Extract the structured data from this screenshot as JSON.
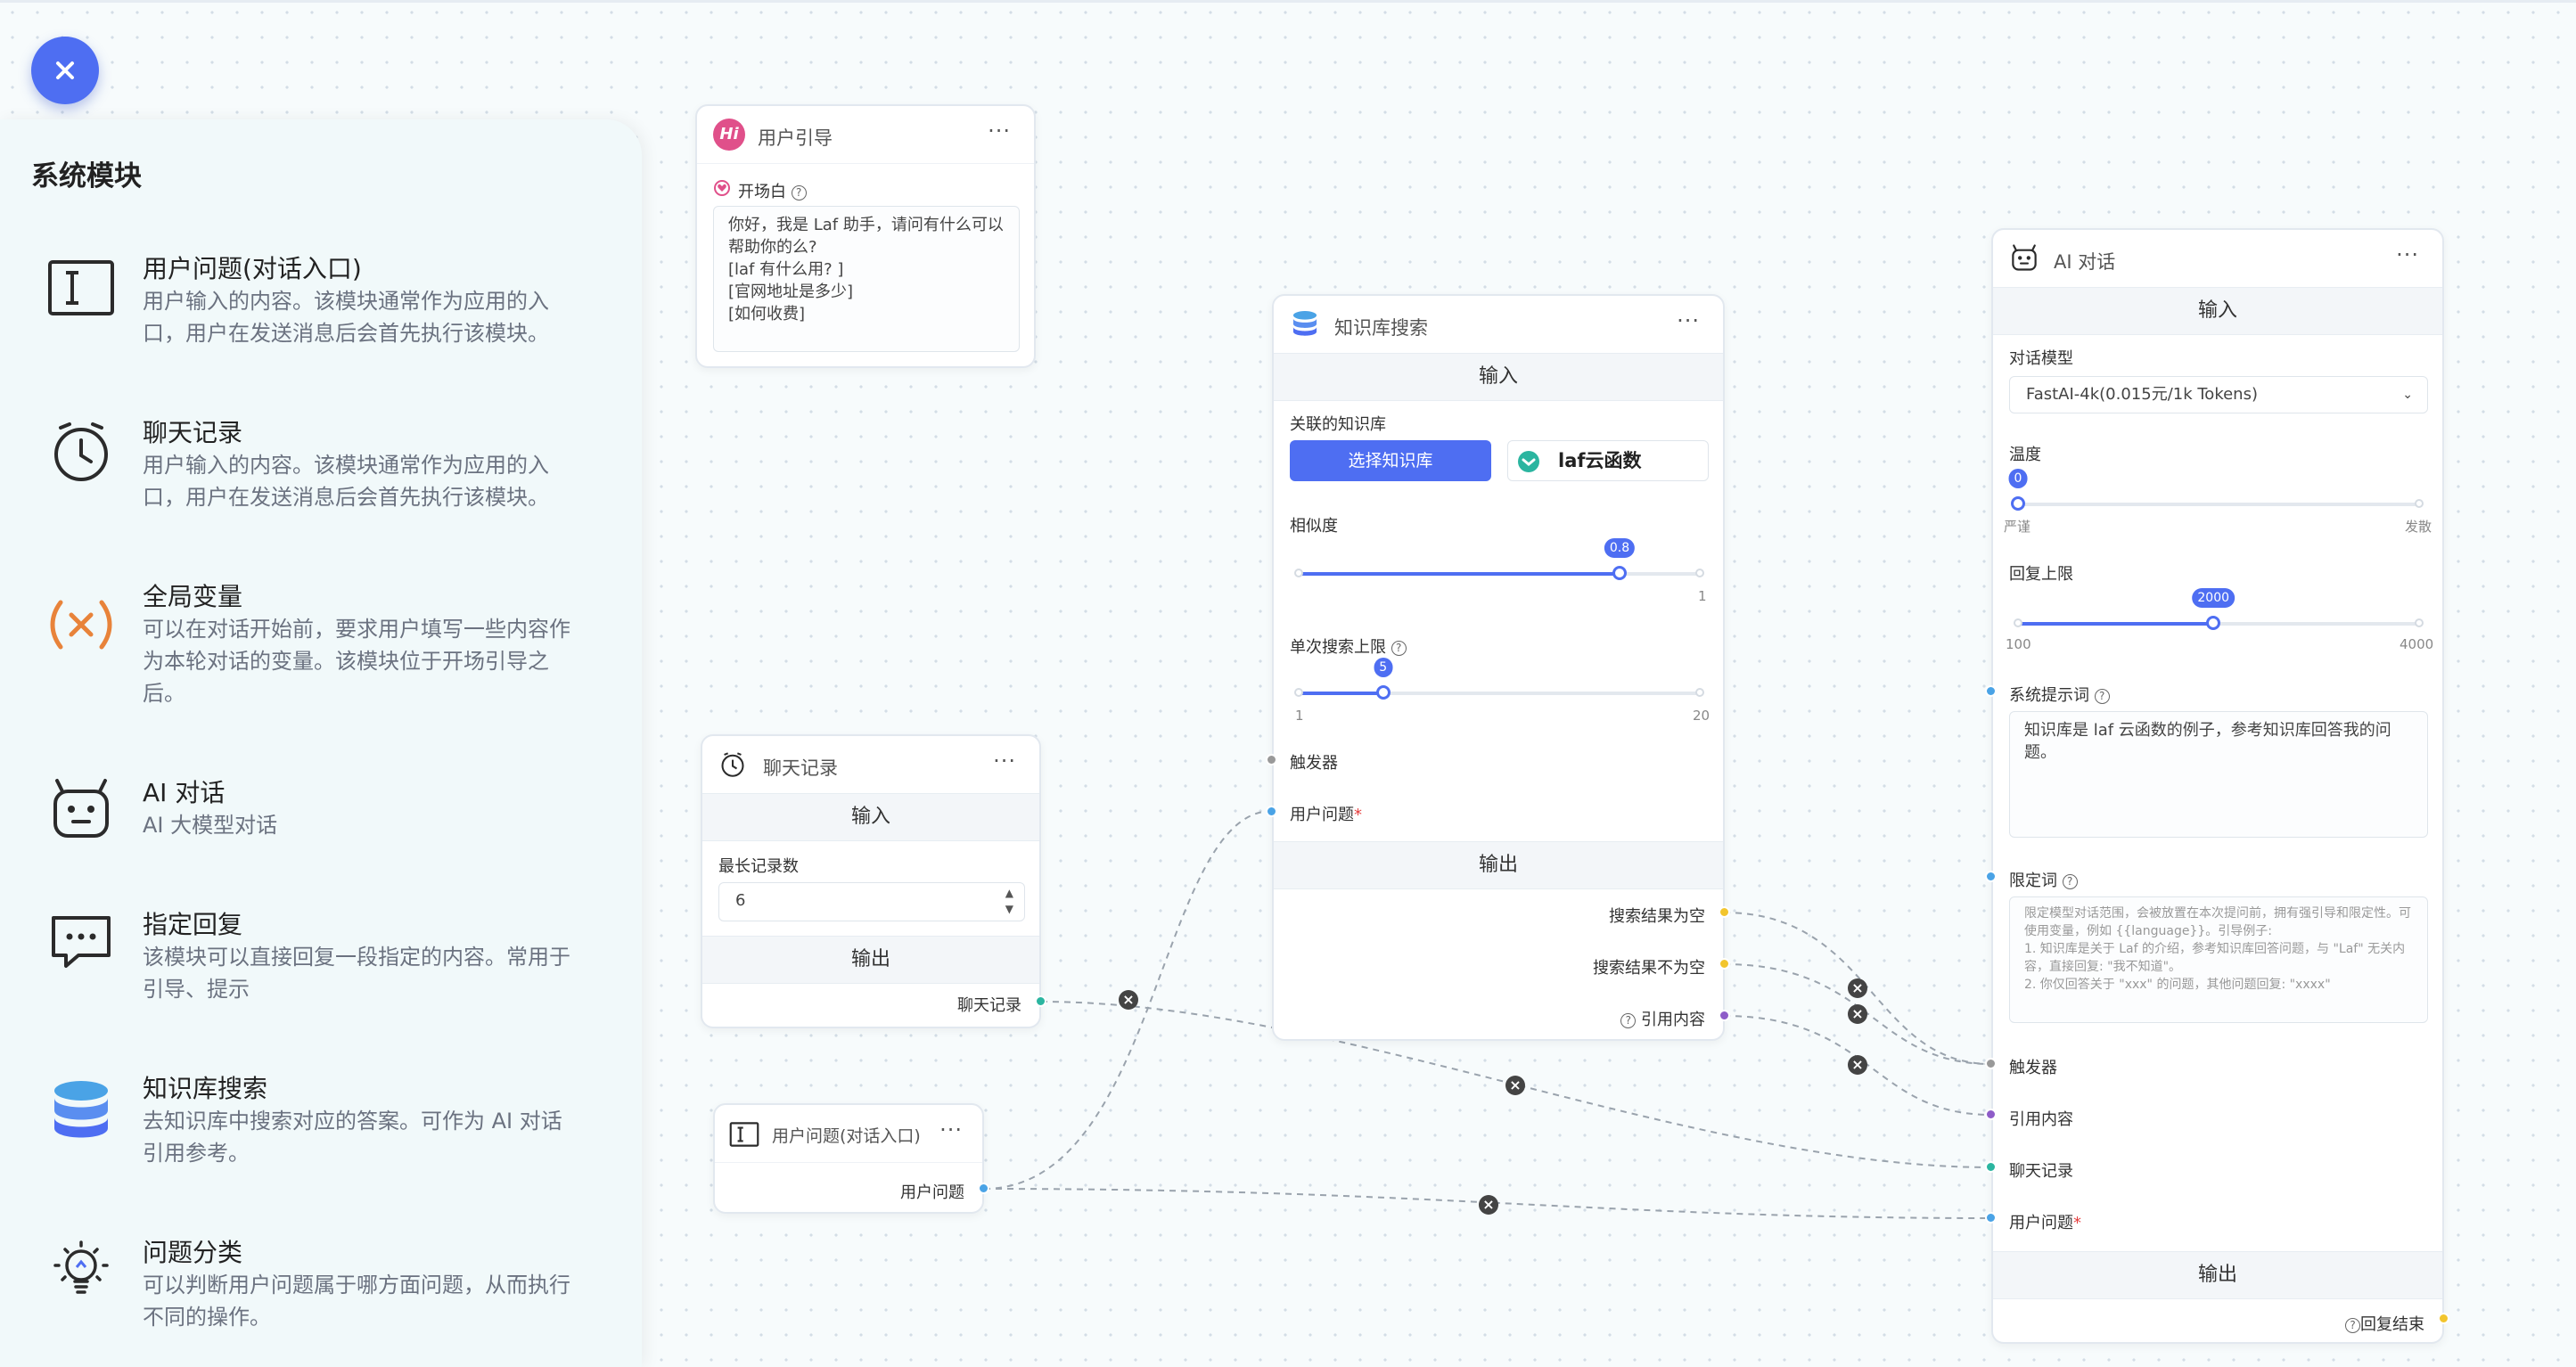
{
  "colors": {
    "accent": "#4e6ef2",
    "teal": "#2bb5a0",
    "yellow": "#f2c52d",
    "purple": "#8e5cc8",
    "gray": "#999999",
    "blue": "#4aa3e6"
  },
  "close_icon": "close-icon",
  "sidebar": {
    "title": "系统模块",
    "items": [
      {
        "icon": "input-cursor-icon",
        "title": "用户问题(对话入口)",
        "desc": "用户输入的内容。该模块通常作为应用的入口，用户在发送消息后会首先执行该模块。"
      },
      {
        "icon": "clock-icon",
        "title": "聊天记录",
        "desc": "用户输入的内容。该模块通常作为应用的入口，用户在发送消息后会首先执行该模块。"
      },
      {
        "icon": "variable-icon",
        "title": "全局变量",
        "desc": "可以在对话开始前，要求用户填写一些内容作为本轮对话的变量。该模块位于开场引导之后。"
      },
      {
        "icon": "robot-icon",
        "title": "AI 对话",
        "desc": "AI 大模型对话"
      },
      {
        "icon": "chat-bubble-icon",
        "title": "指定回复",
        "desc": "该模块可以直接回复一段指定的内容。常用于引导、提示"
      },
      {
        "icon": "database-icon",
        "title": "知识库搜索",
        "desc": "去知识库中搜索对应的答案。可作为 AI 对话引用参考。"
      },
      {
        "icon": "bulb-icon",
        "title": "问题分类",
        "desc": "可以判断用户问题属于哪方面问题，从而执行不同的操作。"
      }
    ]
  },
  "nodes": {
    "guide": {
      "title": "用户引导",
      "menu": "···",
      "logo": "Hi",
      "opening_label": "开场白",
      "opening_text": "你好，我是 Laf 助手，请问有什么可以帮助你的么?\n[laf 有什么用? ]\n[官网地址是多少]\n[如何收费]"
    },
    "history": {
      "title": "聊天记录",
      "menu": "···",
      "input_bar": "输入",
      "max_label": "最长记录数",
      "max_value": "6",
      "output_bar": "输出",
      "out_history": "聊天记录"
    },
    "question": {
      "title": "用户问题(对话入口)",
      "menu": "···",
      "out_label": "用户问题"
    },
    "kb": {
      "title": "知识库搜索",
      "menu": "···",
      "input_bar": "输入",
      "assoc_label": "关联的知识库",
      "select_btn": "选择知识库",
      "kb_name": "laf云函数",
      "sim_label": "相似度",
      "sim_value": 0.8,
      "sim_value_label": "0.8",
      "sim_max": "1",
      "limit_label": "单次搜索上限",
      "limit_value": 5,
      "limit_value_label": "5",
      "limit_min": "1",
      "limit_max": "20",
      "trigger": "触发器",
      "user_q": "用户问题",
      "output_bar": "输出",
      "out_empty": "搜索结果为空",
      "out_not_empty": "搜索结果不为空",
      "out_quote": "引用内容"
    },
    "ai": {
      "title": "AI 对话",
      "menu": "···",
      "input_bar": "输入",
      "model_label": "对话模型",
      "model_value": "FastAI-4k(0.015元/1k Tokens)",
      "temp_label": "温度",
      "temp_value": 0,
      "temp_value_label": "0",
      "temp_min": "严谨",
      "temp_max": "发散",
      "max_label": "回复上限",
      "max_value": 2000,
      "max_value_label": "2000",
      "max_min": "100",
      "max_max": "4000",
      "system_label": "系统提示词",
      "system_text": "知识库是 laf 云函数的例子，参考知识库回答我的问题。",
      "limit_label": "限定词",
      "limit_text": "限定模型对话范围，会被放置在本次提问前，拥有强引导和限定性。可使用变量，例如 {{language}}。引导例子:\n1. 知识库是关于 Laf 的介绍，参考知识库回答问题，与 \"Laf\" 无关内容，直接回复: \"我不知道\"。\n2. 你仅回答关于 \"xxx\" 的问题，其他问题回复: \"xxxx\"",
      "in_trigger": "触发器",
      "in_quote": "引用内容",
      "in_history": "聊天记录",
      "in_user_q": "用户问题",
      "output_bar": "输出",
      "out_finish": "回复结束"
    }
  }
}
